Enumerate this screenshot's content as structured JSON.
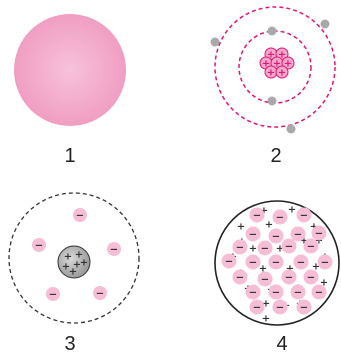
{
  "figure": {
    "labels": [
      "1",
      "2",
      "3",
      "4"
    ],
    "models": [
      {
        "id": "1",
        "kind": "uniform-sphere"
      },
      {
        "id": "2",
        "kind": "nucleus-with-orbits",
        "nucleus_charge_symbol": "+",
        "electron_color": "grey"
      },
      {
        "id": "3",
        "kind": "central-nucleus-with-electrons",
        "electron_symbol": "−",
        "nucleus_charge_symbol": "+"
      },
      {
        "id": "4",
        "kind": "plum-pudding",
        "electron_symbol": "−",
        "positive_symbol": "+"
      }
    ]
  },
  "colors": {
    "pink_fill": "#f2a8c8",
    "pink_light": "#f6bdd6",
    "magenta": "#e0157a",
    "grey_electron": "#a9a9a9",
    "nucleus_grey": "#bdbdbd",
    "outline_dark": "#333333"
  },
  "symbols": {
    "plus": "+",
    "minus": "−"
  }
}
